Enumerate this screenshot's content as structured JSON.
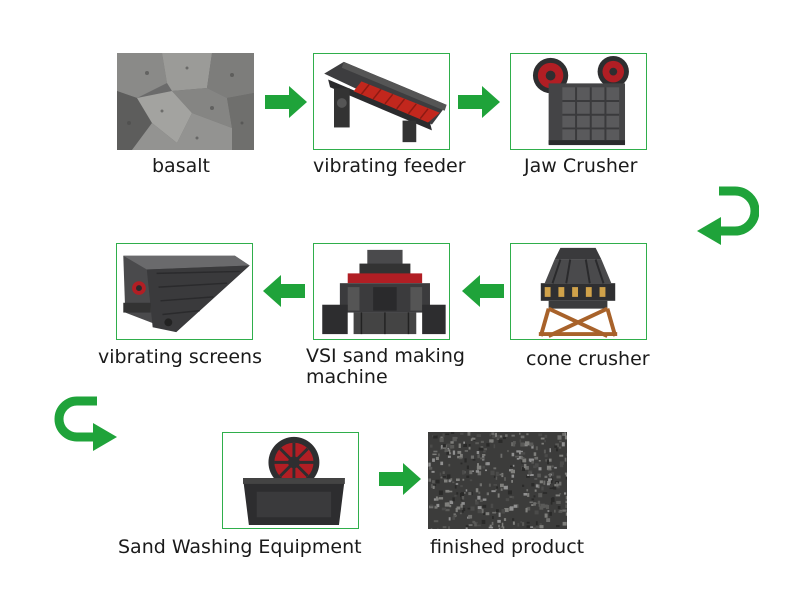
{
  "accent_color": "#1fa33a",
  "steps": [
    {
      "label": "basalt",
      "icon": "basalt-rock-image"
    },
    {
      "label": "vibrating feeder",
      "icon": "vibrating-feeder-image"
    },
    {
      "label": "Jaw Crusher",
      "icon": "jaw-crusher-image"
    },
    {
      "label": "cone crusher",
      "icon": "cone-crusher-image"
    },
    {
      "label": "VSI sand making\nmachine",
      "line1": "VSI sand making",
      "line2": "machine",
      "icon": "vsi-sand-making-machine-image"
    },
    {
      "label": "vibrating screens",
      "icon": "vibrating-screen-image"
    },
    {
      "label": "Sand Washing Equipment",
      "icon": "sand-washing-equipment-image"
    },
    {
      "label": "finished product",
      "icon": "finished-gravel-image"
    }
  ],
  "arrows": [
    "right-arrow-icon",
    "right-arrow-icon",
    "u-turn-left-arrow-icon",
    "left-arrow-icon",
    "left-arrow-icon",
    "u-turn-right-arrow-icon",
    "right-arrow-icon"
  ]
}
